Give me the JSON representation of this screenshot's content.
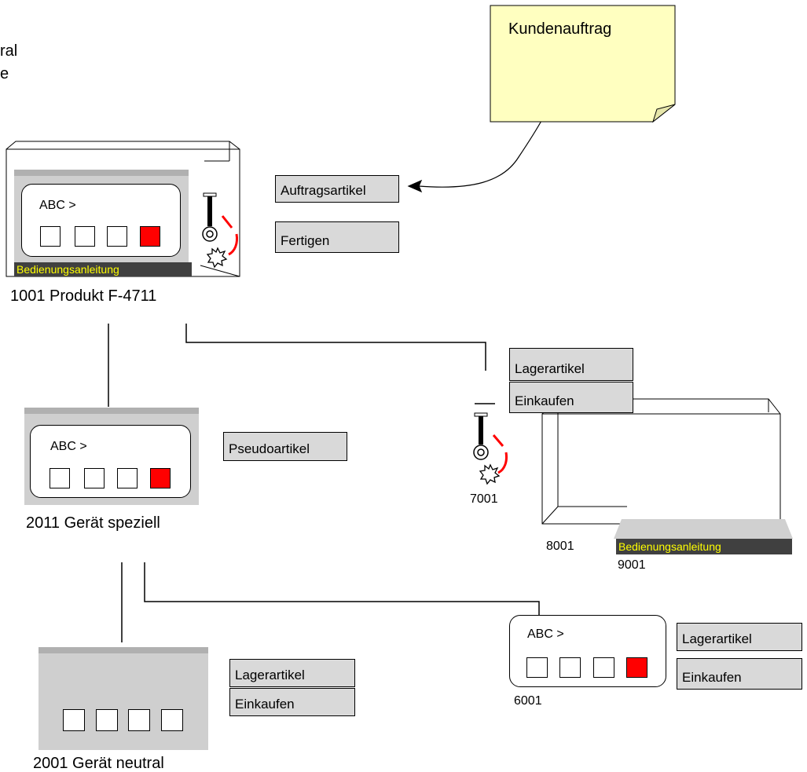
{
  "partial_text": {
    "line1": "ral",
    "line2": "e"
  },
  "note": {
    "label": "Kundenauftrag",
    "fill": "#ffffc0"
  },
  "product": {
    "screen_text": "ABC >",
    "manual": "Bedienungsanleitung",
    "caption": "1001  Produkt F-4711",
    "tag_order": "Auftragsartikel",
    "tag_make": "Fertigen"
  },
  "device_special": {
    "screen_text": "ABC >",
    "caption": "2011 Gerät speziell",
    "tag": "Pseudoartikel"
  },
  "device_neutral": {
    "caption": "2001 Gerät neutral",
    "tag_stock": "Lagerartikel",
    "tag_buy": "Einkaufen"
  },
  "tool": {
    "caption": "7001",
    "tag_stock": "Lagerartikel",
    "tag_buy": "Einkaufen"
  },
  "box": {
    "caption": "8001"
  },
  "manual_item": {
    "label": "Bedienungsanleitung",
    "caption": "9001"
  },
  "panel_item": {
    "screen_text": "ABC >",
    "caption": "6001",
    "tag_stock": "Lagerartikel",
    "tag_buy": "Einkaufen"
  },
  "colors": {
    "tag_fill": "#d9d9d9",
    "device_fill": "#cfcfcf",
    "button_active": "#ff0000",
    "manual_text": "#ffff00"
  }
}
